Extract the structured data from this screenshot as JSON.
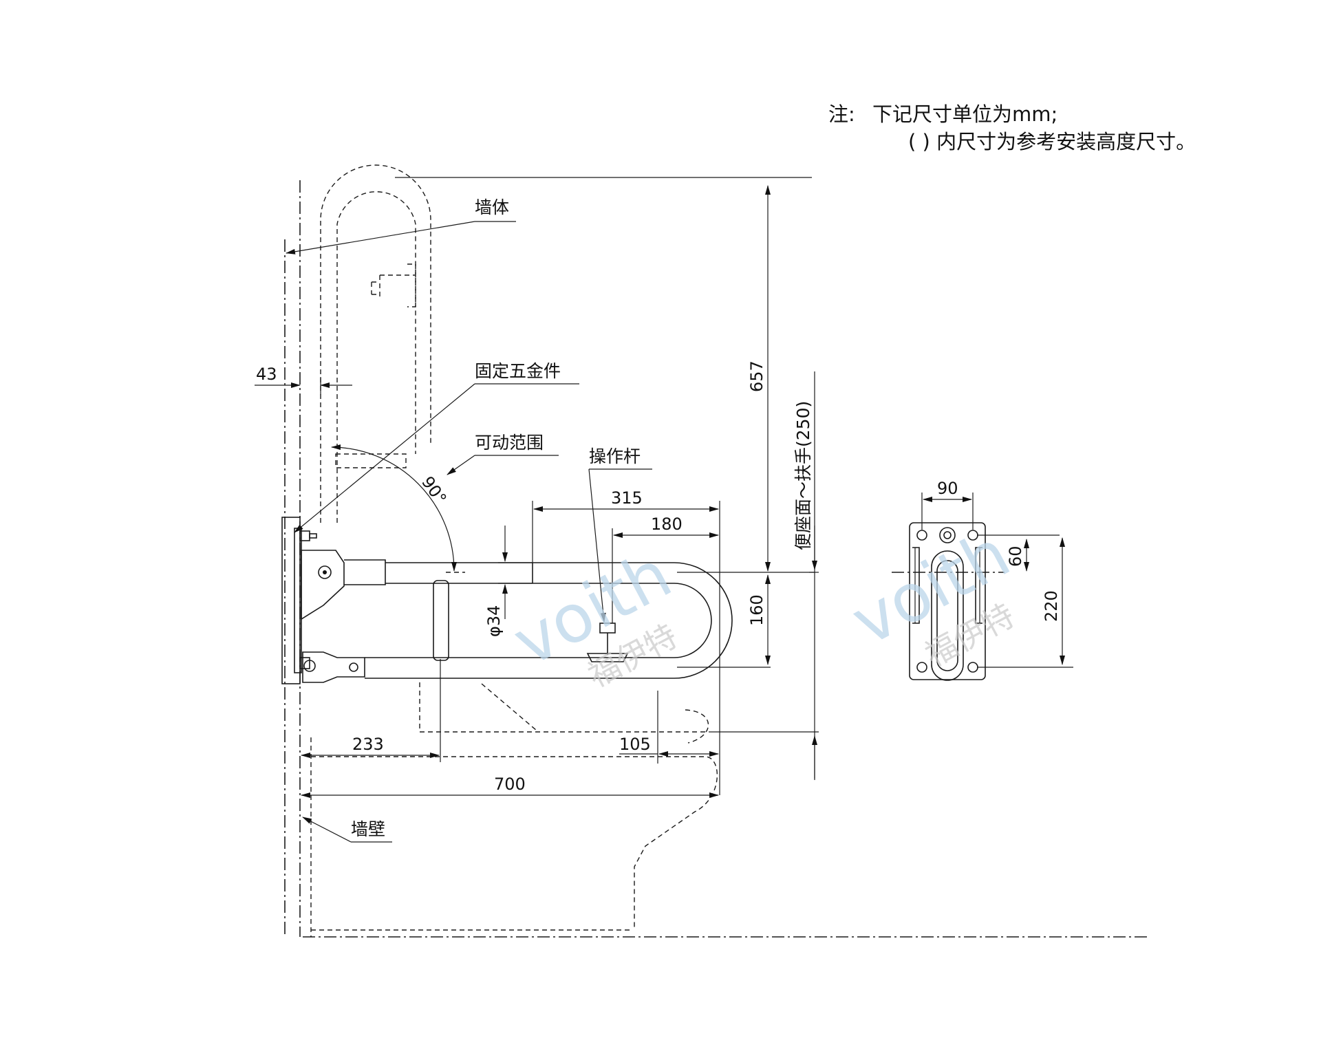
{
  "note": {
    "prefix": "注:",
    "line1": "下记尺寸单位为mm;",
    "line2": "( ) 内尺寸为参考安装高度尺寸。"
  },
  "labels": {
    "wall_body": "墙体",
    "fixing_hardware": "固定五金件",
    "movable_range": "可动范围",
    "lever": "操作杆",
    "wall_surface": "墙壁",
    "seat_to_handrail": "便座面～扶手(250)"
  },
  "dimensions": {
    "d43": "43",
    "d90deg": "90°",
    "d657": "657",
    "d315": "315",
    "d180": "180",
    "d34": "φ34",
    "d160": "160",
    "d233": "233",
    "d105": "105",
    "d700": "700",
    "d90": "90",
    "d60": "60",
    "d220": "220"
  },
  "watermark": {
    "latin": "voith",
    "chinese": "福伊特"
  }
}
